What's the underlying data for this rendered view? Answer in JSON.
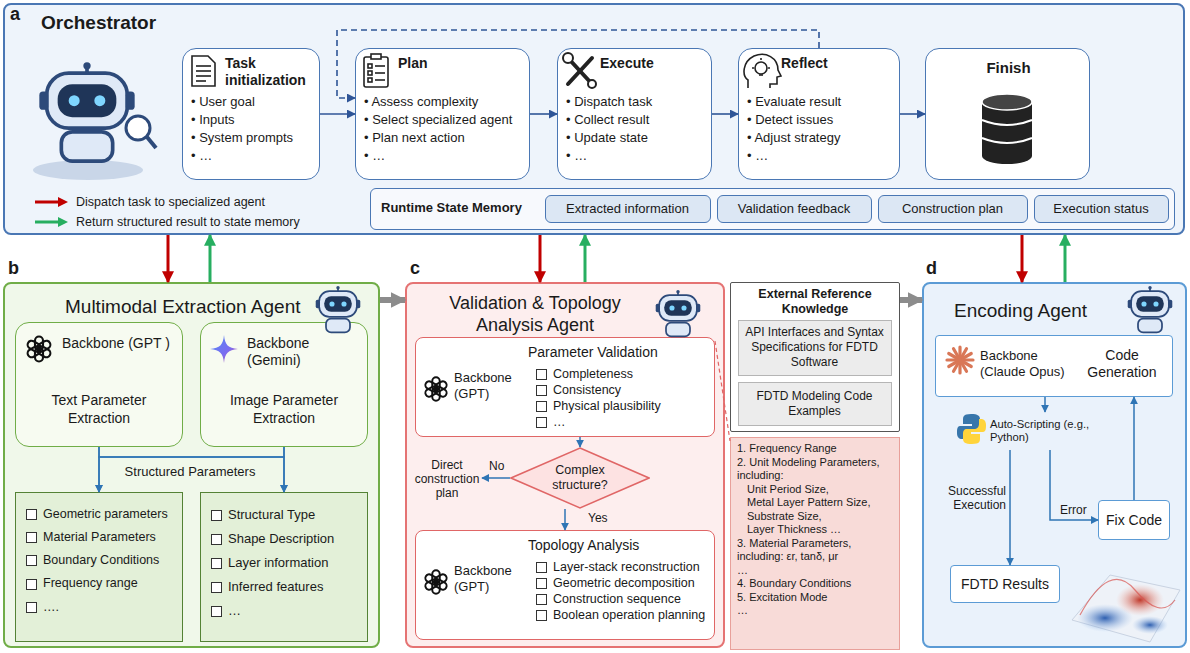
{
  "diagram": {
    "nodes": [
      {
        "text": [
          "Orchestrator"
        ]
      },
      {
        "text": [
          "Task initialization",
          "• User goal",
          "• Inputs",
          "• System prompts",
          "• …"
        ],
        "in": 0
      },
      {
        "text": [
          "Plan",
          "• Assess complexity",
          "• Select specialized agent",
          "• Plan next action",
          "• …"
        ],
        "in": 0
      },
      {
        "text": [
          "Execute",
          "• Dispatch task",
          "• Collect result",
          "• Update state",
          "• …"
        ],
        "in": 0
      },
      {
        "text": [
          "Reflect",
          "• Evaluate result",
          "• Detect issues",
          "• Adjust strategy",
          "• …"
        ],
        "in": 0
      },
      {
        "text": [
          "Finish"
        ],
        "in": 0
      },
      {
        "text": [
          "Runtime State Memory"
        ],
        "in": 0
      },
      {
        "text": [
          "Extracted information"
        ],
        "in": 6
      },
      {
        "text": [
          "Validation feedback"
        ],
        "in": 6
      },
      {
        "text": [
          "Construction plan"
        ],
        "in": 6
      },
      {
        "text": [
          "Execution status"
        ],
        "in": 6
      },
      {
        "text": [
          "Multimodal Extraction Agent"
        ]
      },
      {
        "text": [
          "Backbone (GPT )",
          "Text Parameter Extraction"
        ],
        "in": 11
      },
      {
        "text": [
          "Backbone (Gemini)",
          "Image Parameter Extraction"
        ],
        "in": 11
      },
      {
        "text": [
          "Geometric parameters",
          "Material Parameters",
          "Boundary Conditions",
          "Frequency range",
          "…."
        ],
        "in": 11
      },
      {
        "text": [
          "Structural Type",
          "Shape Description",
          "Layer information",
          "Inferred features",
          "…"
        ],
        "in": 11
      },
      {
        "text": [
          "Validation & Topology Analysis Agent"
        ]
      },
      {
        "text": [
          "Backbone (GPT)",
          "Parameter Validation",
          "Completeness",
          "Consistency",
          "Physical plausibility",
          "…"
        ],
        "in": 16
      },
      {
        "text": [
          "Complex structure?"
        ],
        "in": 16
      },
      {
        "text": [
          "Direct construction plan"
        ],
        "in": 16
      },
      {
        "text": [
          "Backbone (GPT)",
          "Topology Analysis",
          "Layer-stack reconstruction",
          "Geometric decomposition",
          "Construction sequence",
          "Boolean operation planning"
        ],
        "in": 16
      },
      {
        "text": [
          "External Reference Knowledge"
        ]
      },
      {
        "text": [
          "API Interfaces and Syntax Specifications for FDTD Software"
        ],
        "in": 21
      },
      {
        "text": [
          "FDTD Modeling Code Examples"
        ],
        "in": 21
      },
      {
        "text": [
          "1. Frequency Range",
          "2. Unit Modeling Parameters, including:",
          "Unit Period Size,",
          "Metal Layer Pattern Size,",
          "Substrate Size,",
          "Layer Thickness …",
          "3. Material Parameters, including: εr, tanδ, μr",
          "…",
          "4. Boundary Conditions",
          "5. Excitation Mode",
          "…"
        ]
      },
      {
        "text": [
          "Encoding Agent"
        ]
      },
      {
        "text": [
          "Backbone (Claude Opus)",
          "Code Generation"
        ],
        "in": 25
      },
      {
        "text": [
          "Auto-Scripting (e.g., Python)"
        ],
        "in": 25
      },
      {
        "text": [
          "Fix Code"
        ],
        "in": 25
      },
      {
        "text": [
          "FDTD Results"
        ],
        "in": 25
      }
    ],
    "edges": [
      {
        "from": 1,
        "to": 2,
        "arrow": "to"
      },
      {
        "from": 2,
        "to": 3,
        "arrow": "to"
      },
      {
        "from": 3,
        "to": 4,
        "arrow": "to"
      },
      {
        "from": 4,
        "to": 5,
        "arrow": "to"
      },
      {
        "from": 4,
        "to": 2,
        "arrow": "to"
      },
      {
        "from": 0,
        "to": 11,
        "arrow": "to"
      },
      {
        "from": 11,
        "to": 0,
        "arrow": "to"
      },
      {
        "from": 0,
        "to": 16,
        "arrow": "to"
      },
      {
        "from": 16,
        "to": 0,
        "arrow": "to"
      },
      {
        "from": 0,
        "to": 25,
        "arrow": "to"
      },
      {
        "from": 25,
        "to": 0,
        "arrow": "to"
      },
      {
        "from": 11,
        "to": 16,
        "arrow": "to"
      },
      {
        "from": 21,
        "to": 25,
        "arrow": "to"
      },
      {
        "from": 12,
        "to": 14,
        "arrow": "to"
      },
      {
        "from": 12,
        "to": 15,
        "arrow": "to"
      },
      {
        "from": 13,
        "to": 14,
        "arrow": "to"
      },
      {
        "from": 13,
        "to": 15,
        "arrow": "to"
      },
      {
        "from": 17,
        "to": 18,
        "arrow": "to"
      },
      {
        "from": 18,
        "to": 19,
        "label": "No",
        "arrow": "to"
      },
      {
        "from": 18,
        "to": 20,
        "label": "Yes",
        "arrow": "to"
      },
      {
        "from": 17,
        "to": 24,
        "arrow": "none"
      },
      {
        "from": 26,
        "to": 27,
        "arrow": "to"
      },
      {
        "from": 27,
        "to": 29,
        "label": "Successful Execution",
        "arrow": "to"
      },
      {
        "from": 27,
        "to": 28,
        "label": "Error",
        "arrow": "to"
      },
      {
        "from": 28,
        "to": 26,
        "arrow": "to"
      }
    ],
    "labels": [
      "a",
      "b",
      "c",
      "d",
      "Structured Parameters"
    ],
    "legend": [
      {
        "text": "Dispatch task to specialized agent"
      },
      {
        "text": "Return structured result to state memory"
      }
    ]
  }
}
